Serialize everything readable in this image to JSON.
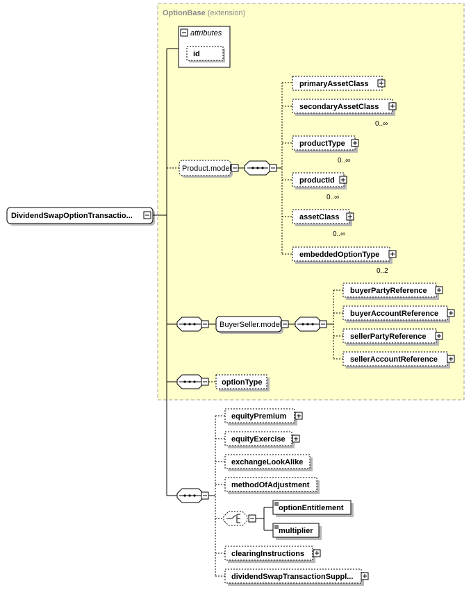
{
  "extension_header": {
    "name": "OptionBase",
    "suffix": "(extension)"
  },
  "attributes_group": {
    "label": "attributes",
    "items": [
      "id"
    ]
  },
  "root": {
    "label": "DividendSwapOptionTransactio..."
  },
  "groups": {
    "product_model": "Product.model",
    "buyer_seller_model": "BuyerSeller.model"
  },
  "product_children": [
    {
      "name": "primaryAssetClass",
      "cardinality": ""
    },
    {
      "name": "secondaryAssetClass",
      "cardinality": "0..∞"
    },
    {
      "name": "productType",
      "cardinality": "0..∞"
    },
    {
      "name": "productId",
      "cardinality": "0..∞"
    },
    {
      "name": "assetClass",
      "cardinality": "0..∞"
    },
    {
      "name": "embeddedOptionType",
      "cardinality": "0..2"
    }
  ],
  "buyer_seller_children": [
    {
      "name": "buyerPartyReference"
    },
    {
      "name": "buyerAccountReference"
    },
    {
      "name": "sellerPartyReference"
    },
    {
      "name": "sellerAccountReference"
    }
  ],
  "option_type": "optionType",
  "sequence_children": [
    {
      "name": "equityPremium"
    },
    {
      "name": "equityExercise"
    },
    {
      "name": "exchangeLookAlike"
    },
    {
      "name": "methodOfAdjustment"
    },
    {
      "name": "clearingInstructions"
    },
    {
      "name": "dividendSwapTransactionSuppl..."
    }
  ],
  "choice_children": [
    {
      "name": "optionEntitlement"
    },
    {
      "name": "multiplier"
    }
  ],
  "colors": {
    "extension_fill": "#ffffcc",
    "extension_border": "#a0a0a0",
    "header_text": "#8a8a8a"
  }
}
